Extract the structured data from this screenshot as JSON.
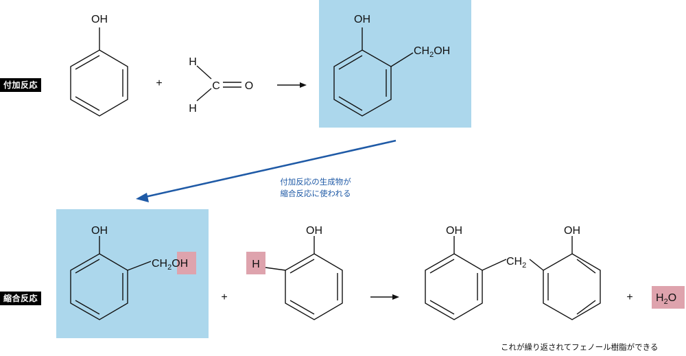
{
  "tags": {
    "addition": "付加反応",
    "condensation": "縮合反応"
  },
  "labels": {
    "oh": "OH",
    "h": "H",
    "c": "C",
    "o": "O",
    "ch2oh_ch": "CH",
    "ch2oh_2": "2",
    "ch2oh_oh": "OH",
    "ch2_ch": "CH",
    "ch2_2": "2",
    "water_h": "H",
    "water_2": "2",
    "water_o": "O",
    "plus": "+"
  },
  "note": {
    "line1": "付加反応の生成物が",
    "line2": "縮合反応に使われる"
  },
  "footer": "これが繰り返されてフェノール樹脂ができる",
  "colors": {
    "product_box": "#acd7ec",
    "highlight_box": "#dea3ad",
    "arrow_blue": "#1f5aa6",
    "tag_bg": "#000000"
  }
}
